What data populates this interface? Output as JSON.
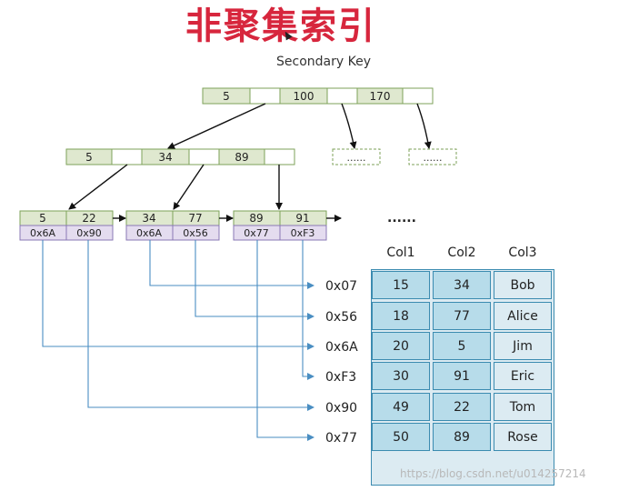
{
  "title": "非聚集索引",
  "subtitle": "Secondary Key",
  "root_node": [
    "5",
    "100",
    "170"
  ],
  "level2_node": [
    "5",
    "34",
    "89"
  ],
  "ellipsis_small": "......",
  "ellipsis_large": "......",
  "leaves": [
    {
      "keys": [
        "5",
        "22"
      ],
      "ptrs": [
        "0x6A",
        "0x90"
      ]
    },
    {
      "keys": [
        "34",
        "77"
      ],
      "ptrs": [
        "0x6A",
        "0x56"
      ]
    },
    {
      "keys": [
        "89",
        "91"
      ],
      "ptrs": [
        "0x77",
        "0xF3"
      ]
    }
  ],
  "row_addresses": [
    "0x07",
    "0x56",
    "0x6A",
    "0xF3",
    "0x90",
    "0x77"
  ],
  "table": {
    "headers": [
      "Col1",
      "Col2",
      "Col3"
    ],
    "rows": [
      [
        "15",
        "34",
        "Bob"
      ],
      [
        "18",
        "77",
        "Alice"
      ],
      [
        "20",
        "5",
        "Jim"
      ],
      [
        "30",
        "91",
        "Eric"
      ],
      [
        "49",
        "22",
        "Tom"
      ],
      [
        "50",
        "89",
        "Rose"
      ]
    ]
  },
  "watermark": "https://blog.csdn.net/u014257214",
  "colors": {
    "title": "#d7263d",
    "key_fill": "#dfe8cf",
    "key_border": "#7ea25a",
    "ptr_fill": "#e4dcef",
    "ptr_border": "#8a78b5",
    "link_line": "#4a8ec2",
    "table_border": "#3b8bb0",
    "table_cell": "#b7dcea"
  }
}
